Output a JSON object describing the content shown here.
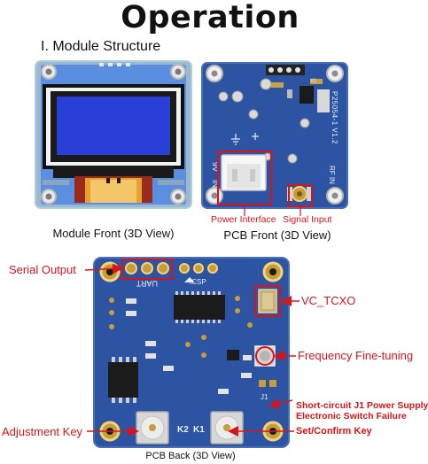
{
  "heading": {
    "title": "Operation",
    "section": "I. Module Structure"
  },
  "module_front": {
    "caption": "Module Front (3D View)"
  },
  "pcb_front": {
    "caption": "PCB Front (3D View)",
    "labels": {
      "code": "P25054-1 V1.2",
      "v": "9V",
      "in": "IN",
      "rf": "RF IN",
      "x1": "X1"
    },
    "interfaces": {
      "power": "Power Interface",
      "signal": "Signal Input"
    }
  },
  "pcb_back": {
    "caption": "PCB Back (3D View)",
    "labels": {
      "uart": "UART",
      "icsp": "ICSP",
      "k2": "K2",
      "k1": "K1",
      "j1": "J1"
    },
    "annotations": {
      "serial_output": "Serial Output",
      "vc_tcxo": "VC_TCXO",
      "fine_tuning": "Frequency Fine-tuning",
      "j1_line1": "Short-circuit J1 Power Supply",
      "j1_line2": "Electronic Switch Failure",
      "adjustment_key": "Adjustment Key",
      "set_confirm_key": "Set/Confirm Key"
    }
  },
  "colors": {
    "annotation_red": "#d8141a",
    "pcb_blue": "#2c54a2",
    "frame_red": "#9c2a1c",
    "oled_blue": "#2a3fd8"
  }
}
